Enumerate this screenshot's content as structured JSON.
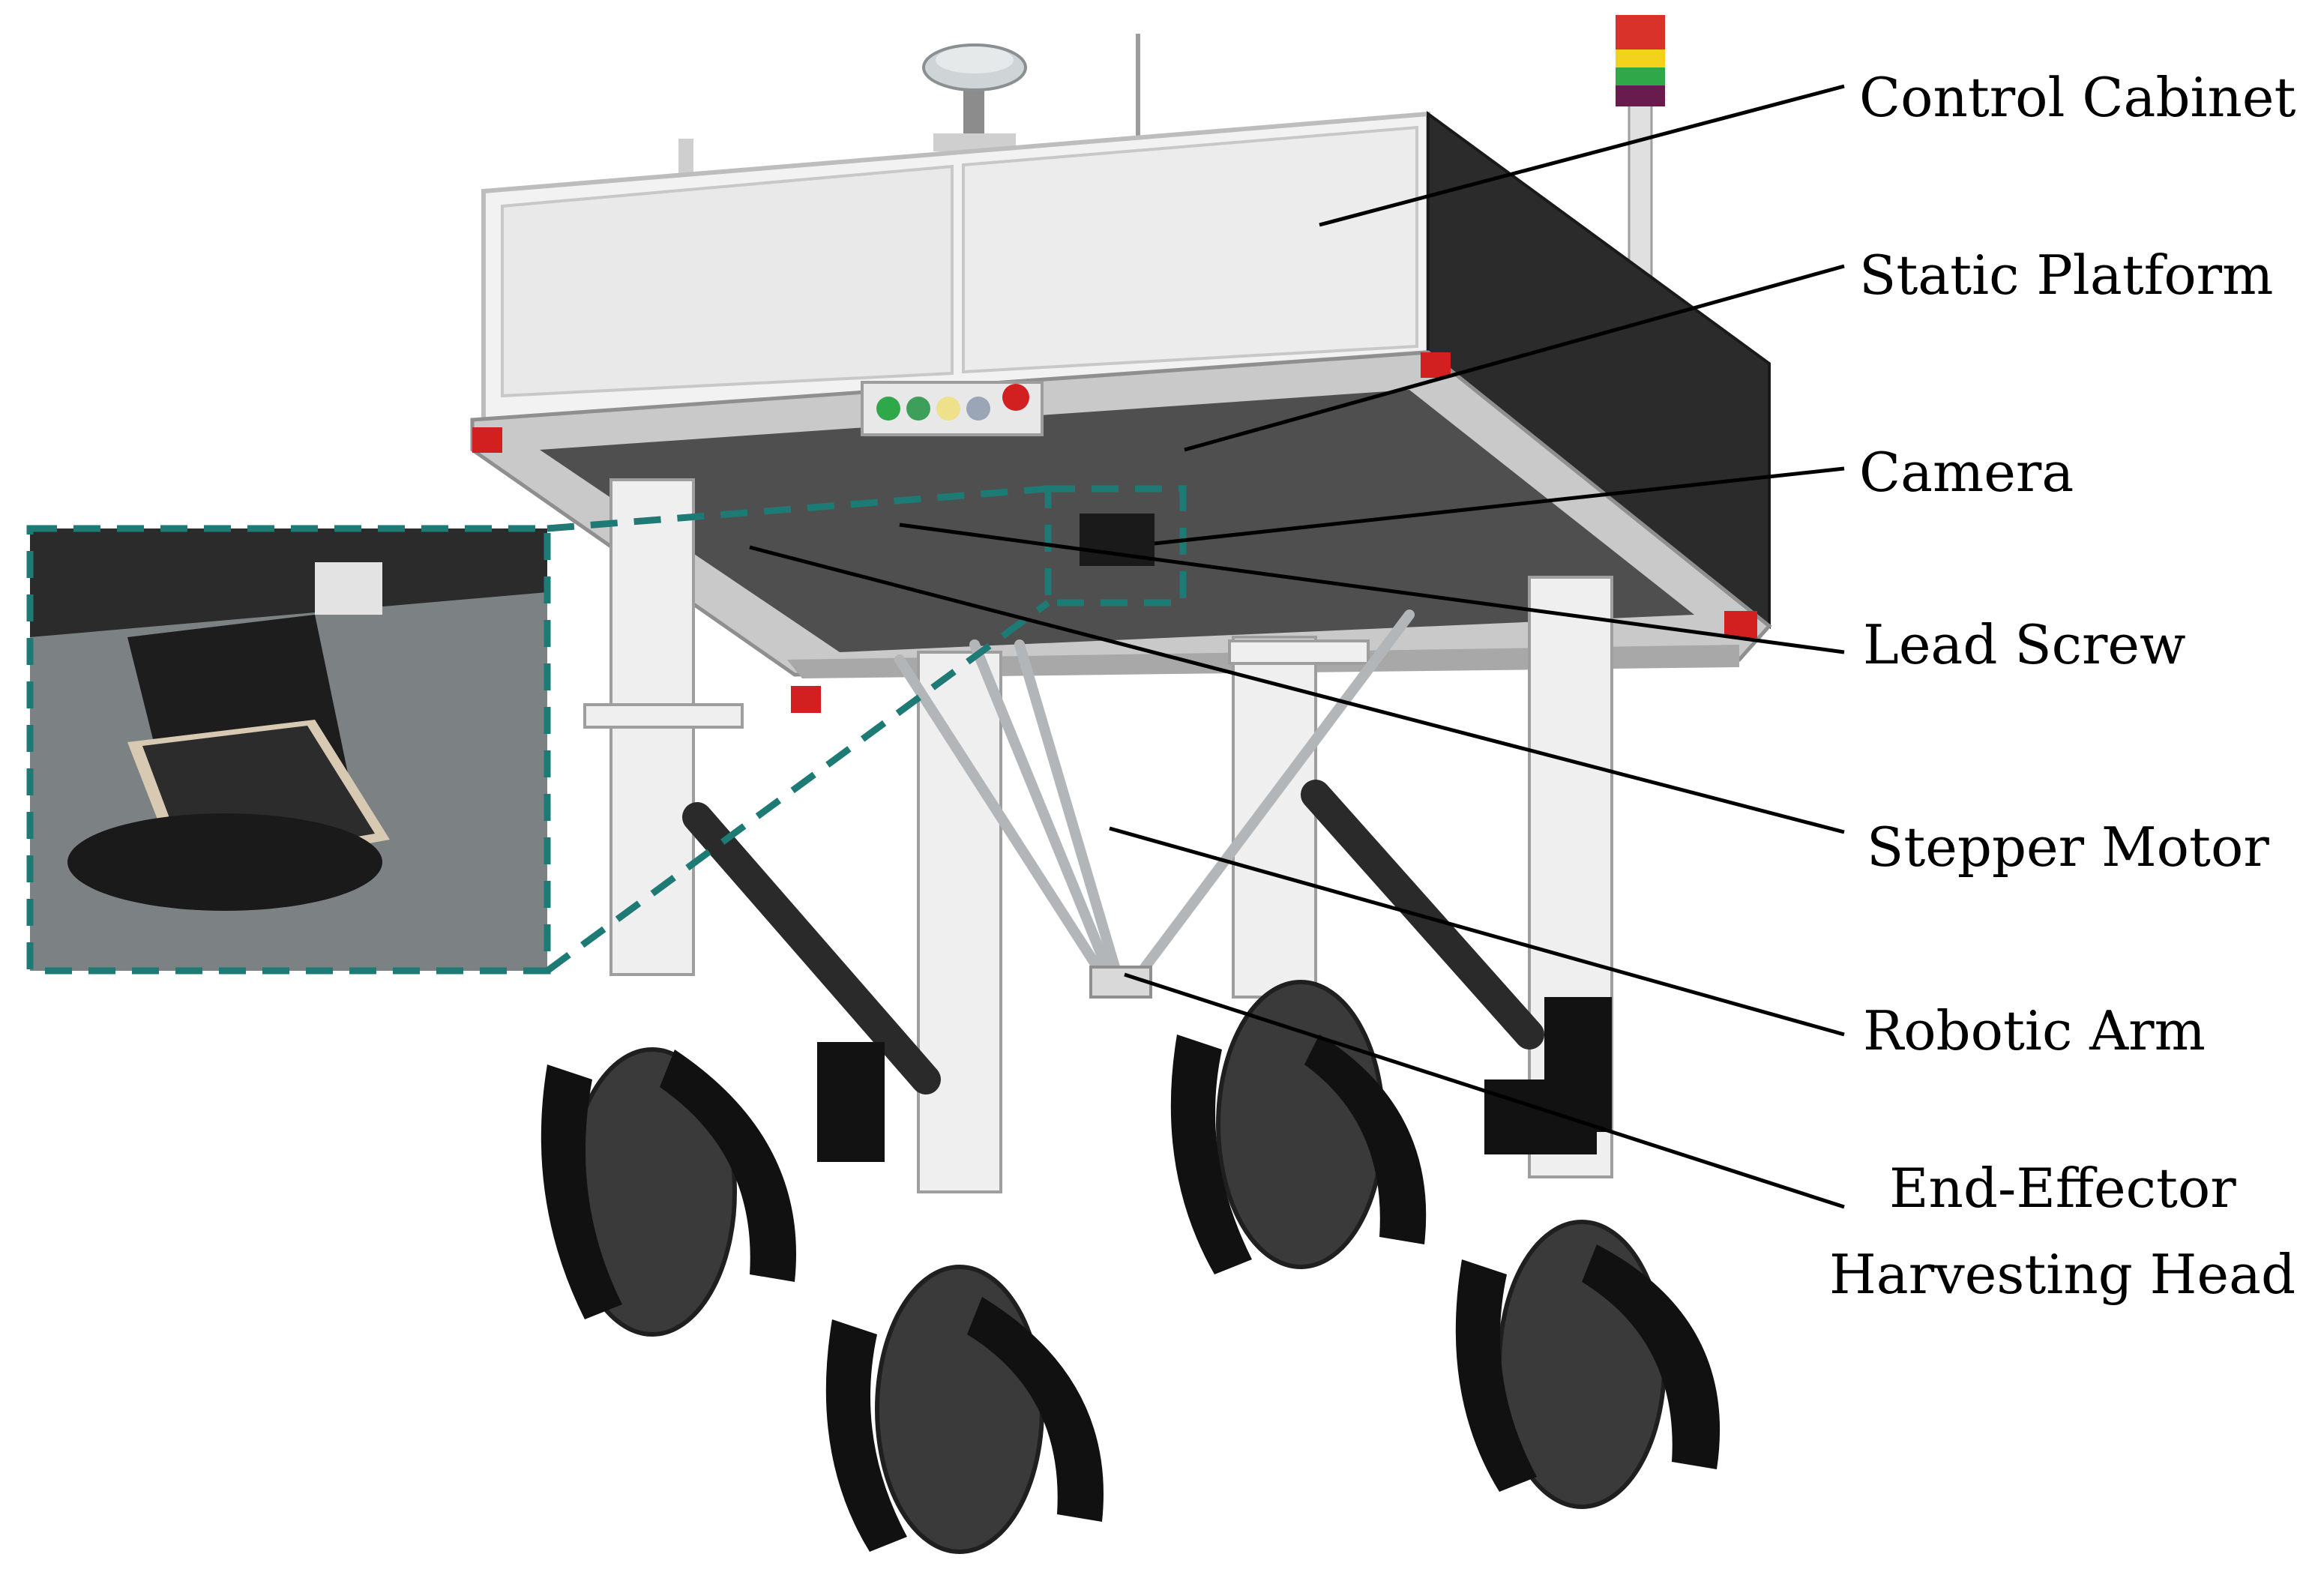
{
  "figure": {
    "callouts": [
      {
        "id": "control-cabinet",
        "label": "Control Cabinet"
      },
      {
        "id": "static-platform",
        "label": "Static Platform"
      },
      {
        "id": "camera",
        "label": "Camera"
      },
      {
        "id": "lead-screw",
        "label": "Lead Screw"
      },
      {
        "id": "stepper-motor",
        "label": "Stepper Motor"
      },
      {
        "id": "robotic-arm",
        "label": "Robotic Arm"
      },
      {
        "id": "end-effector",
        "label": "End-Effector",
        "label_line2": "Harvesting Head"
      }
    ],
    "colors": {
      "inset_frame": "#1d7a74",
      "cabinet_white": "#f2f2f2",
      "cabinet_dark": "#2b2b2b",
      "frame_grey": "#bdbdbd",
      "tire": "#3a3a3a",
      "fender": "#111111",
      "e_stop": "#d21f1f",
      "beacon_red": "#d9322b",
      "beacon_yellow": "#f2d21b",
      "beacon_green": "#2fa84a",
      "beacon_purple": "#6a1b4d"
    }
  }
}
